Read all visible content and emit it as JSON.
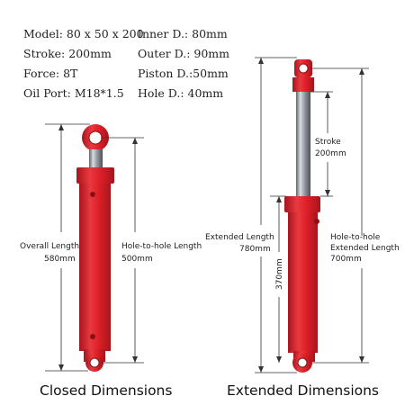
{
  "specs": {
    "model": "Model: 80 x 50 x 200",
    "stroke": "Stroke: 200mm",
    "force": "Force: 8T",
    "oil_port": "Oil Port: M18*1.5",
    "inner_d": "Inner D.: 80mm",
    "outer_d": "Outer D.: 90mm",
    "piston_d": "Piston D.:50mm",
    "hole_d": "Hole D.: 40mm"
  },
  "closed": {
    "overall_label": "Overall Length",
    "overall_value": "580mm",
    "hole_label": "Hole-to-hole Length",
    "hole_value": "500mm",
    "caption": "Closed Dimensions"
  },
  "extended": {
    "extended_label_1": "Extended Length",
    "extended_value": "780mm",
    "stroke_label": "Stroke",
    "stroke_value": "200mm",
    "hole_label_1": "Hole-to-hole",
    "hole_label_2": "Extended Length",
    "hole_value": "700mm",
    "body_value": "370mm",
    "caption": "Extended Dimensions"
  },
  "colors": {
    "cylinder_red": "#e0202a",
    "cylinder_dark": "#a8141c",
    "rod_silver": "#9aa0a6",
    "dimension_line": "#333333"
  }
}
